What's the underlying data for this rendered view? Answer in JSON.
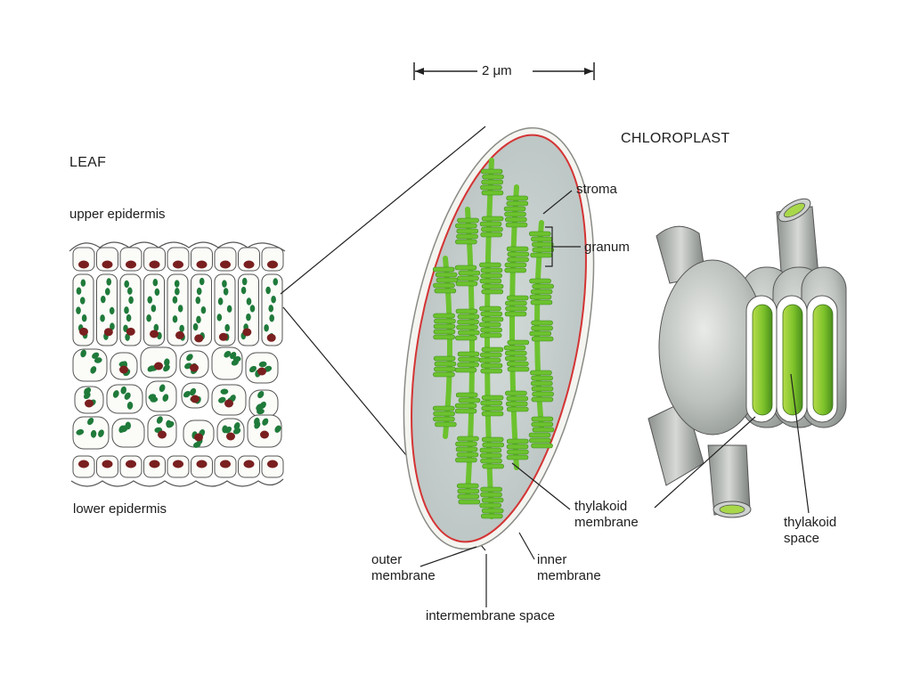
{
  "scale_bar": {
    "label": "2 μm"
  },
  "leaf": {
    "title": "LEAF",
    "upper_label": "upper epidermis",
    "lower_label": "lower epidermis"
  },
  "chloroplast_section": {
    "stroma_label": "stroma",
    "granum_label": "granum",
    "thylakoid_membrane_label": [
      "thylakoid",
      "membrane"
    ],
    "inner_membrane_label": [
      "inner",
      "membrane"
    ],
    "outer_membrane_label": [
      "outer",
      "membrane"
    ],
    "intermembrane_label": "intermembrane space"
  },
  "chloroplast_3d": {
    "title": "CHLOROPLAST",
    "thylakoid_space_label": [
      "thylakoid",
      "space"
    ]
  },
  "colors": {
    "chlorophyll_green": "#6cc22e",
    "dark_green": "#1f7a3a",
    "nucleus": "#7a1f1f",
    "inner_membrane": "#d43434",
    "stroma_fill": "#c7d0ce",
    "organelle_grey": "#bfc3c0"
  }
}
